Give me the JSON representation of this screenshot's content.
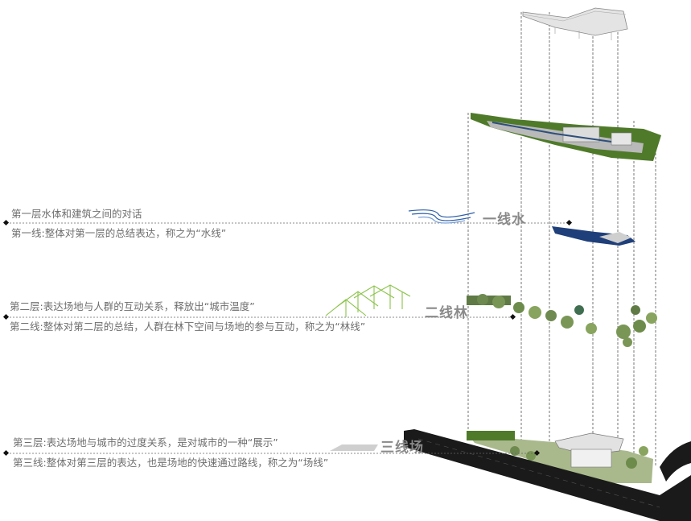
{
  "layers": [
    {
      "id": "water",
      "title": "第一层水体和建筑之间的对话",
      "summary": "第一线:整体对第一层的总结表达，称之为“水线”",
      "label": "一线水",
      "icon": "water-wave-icon",
      "color": "#2e5fa8"
    },
    {
      "id": "forest",
      "title": "第二层:表达场地与人群的互动关系，释放出“城市温度”",
      "summary": "第二线:整体对第二层的总结，人群在林下空间与场地的参与互动，称之为“林线”",
      "label": "二线林",
      "icon": "forest-outline-icon",
      "color": "#8bc34a"
    },
    {
      "id": "field",
      "title": "第三层:表达场地与城市的过度关系，是对城市的一种“展示”",
      "summary": "第三线:整体对第三层的表达，也是场地的快速通过路线，称之为“场线”",
      "label": "三线场",
      "icon": "plaza-slab-icon",
      "color": "#cfcfcf"
    }
  ],
  "colors": {
    "text": "#6e6e6e",
    "label": "#8a8a8a",
    "road": "#1a1a1a",
    "green": "#4f7a2a",
    "water": "#1f3f7a"
  }
}
